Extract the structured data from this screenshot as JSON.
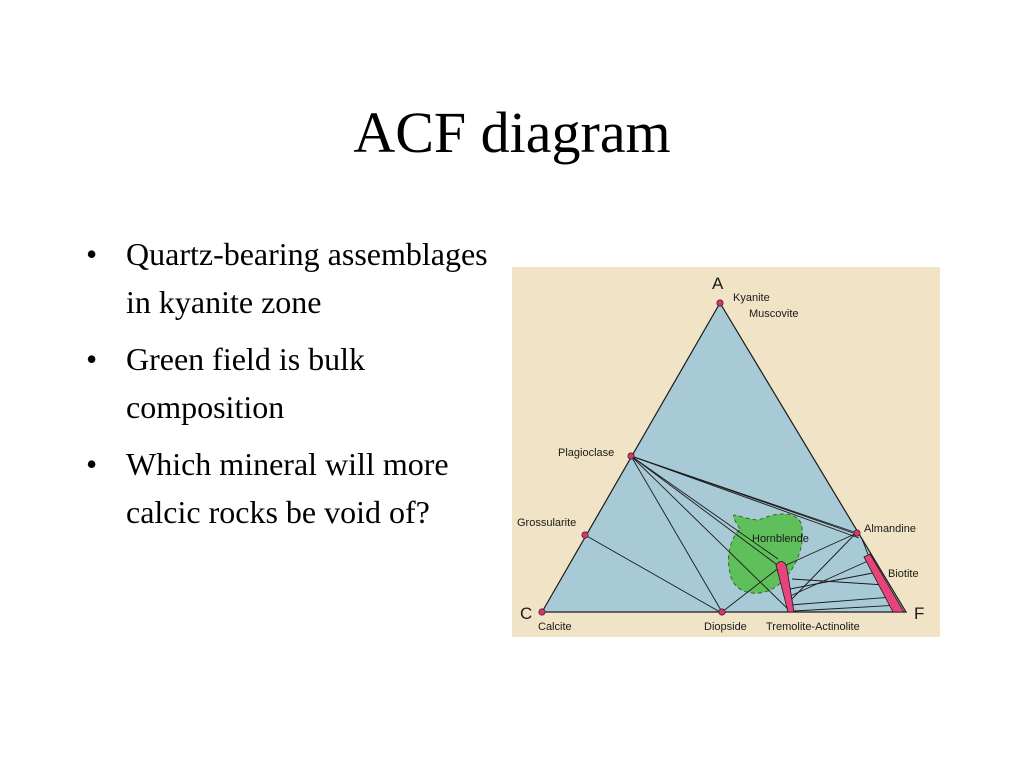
{
  "title": "ACF diagram",
  "bullets": [
    "Quartz-bearing assemblages in kyanite zone",
    "Green field is bulk composition",
    "Which mineral will more calcic rocks be void of?"
  ],
  "bullet_glyph": "•",
  "diagram": {
    "corners": {
      "a": "A",
      "c": "C",
      "f": "F"
    },
    "minerals": {
      "kyanite": "Kyanite",
      "muscovite": "Muscovite",
      "plagioclase": "Plagioclase",
      "grossularite": "Grossularite",
      "almandine": "Almandine",
      "hornblende": "Hornblende",
      "biotite": "Biotite",
      "calcite": "Calcite",
      "diopside": "Diopside",
      "tremolite_actinolite": "Tremolite-Actinolite"
    },
    "colors": {
      "background": "#f1e3c6",
      "triangle_fill": "#a8cad6",
      "bulk_composition_fill": "#5fbf5a",
      "solid_solution_fill": "#e8437a",
      "phase_point": "#d8336b",
      "tie_line": "#1a1a1a"
    }
  }
}
